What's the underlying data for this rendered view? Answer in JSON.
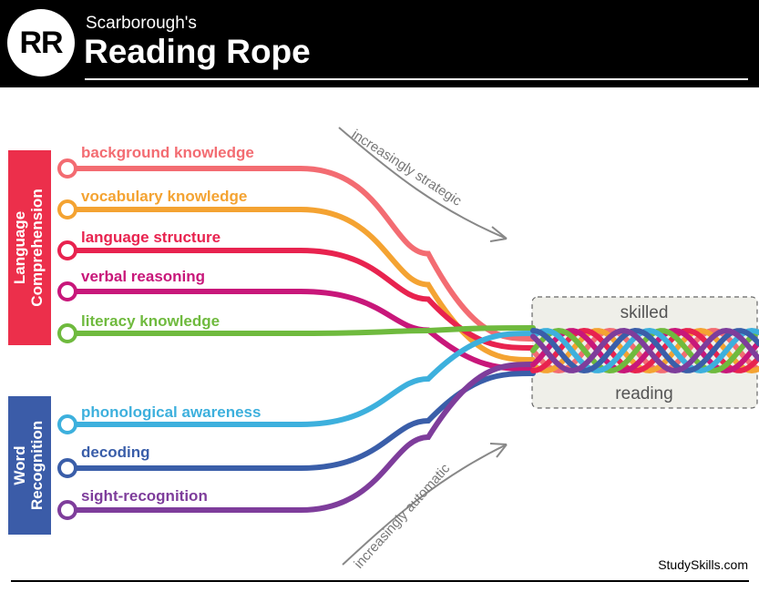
{
  "header": {
    "logo_text": "RR",
    "subtitle": "Scarborough's",
    "title": "Reading Rope"
  },
  "groups": [
    {
      "label_line1": "Language",
      "label_line2": "Comprehension",
      "color": "#ec2f4b"
    },
    {
      "label_line1": "Word",
      "label_line2": "Recognition",
      "color": "#3b5ca8"
    }
  ],
  "strands": [
    {
      "label": "background knowledge",
      "color": "#f36c72"
    },
    {
      "label": "vocabulary knowledge",
      "color": "#f4a332"
    },
    {
      "label": "language structure",
      "color": "#e8234f"
    },
    {
      "label": "verbal reasoning",
      "color": "#c8177a"
    },
    {
      "label": "literacy knowledge",
      "color": "#6fba3e"
    },
    {
      "label": "phonological awareness",
      "color": "#3db0dd"
    },
    {
      "label": "decoding",
      "color": "#3a5ea9"
    },
    {
      "label": "sight-recognition",
      "color": "#7e3d9b"
    }
  ],
  "annotations": {
    "strategic": "increasingly strategic",
    "automatic": "increasingly automatic",
    "box_top": "skilled",
    "box_bottom": "reading"
  },
  "credit": "StudySkills.com"
}
